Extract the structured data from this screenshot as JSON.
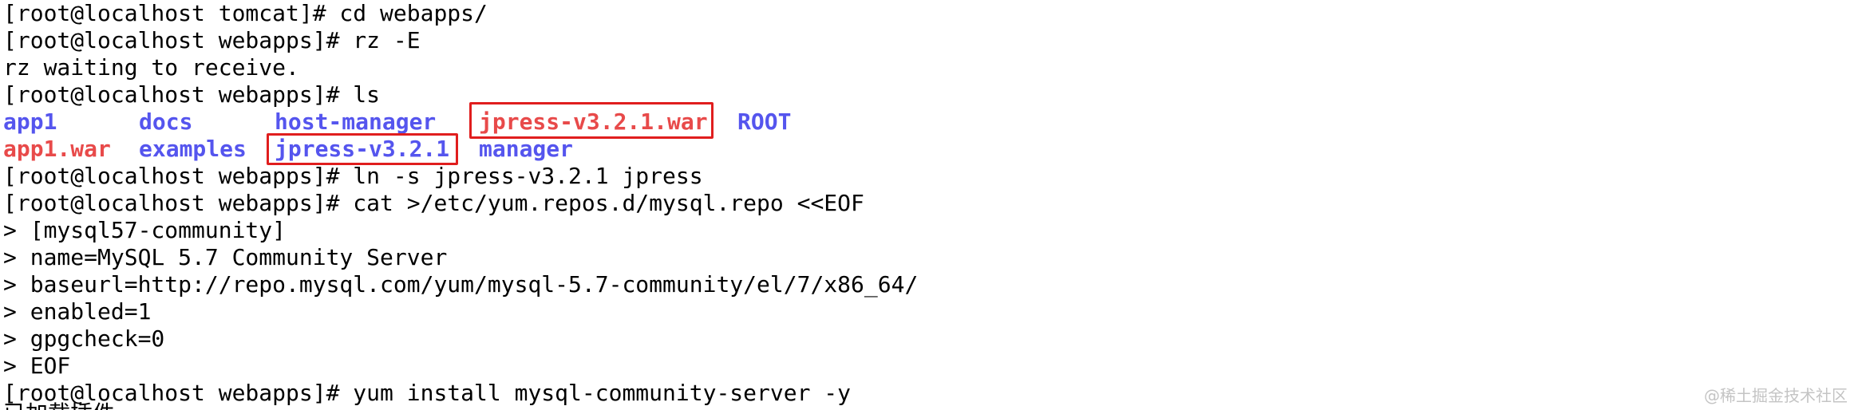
{
  "colors": {
    "directory": "#5555ee",
    "archive": "#e84a4a",
    "highlight_box": "#e01e1e"
  },
  "terminal": {
    "lines": [
      "[root@localhost tomcat]# cd webapps/",
      "[root@localhost webapps]# rz -E",
      "rz waiting to receive.",
      "[root@localhost webapps]# ls"
    ],
    "ls_output": {
      "row1": [
        "app1",
        "docs",
        "host-manager",
        "jpress-v3.2.1.war",
        "ROOT"
      ],
      "row2": [
        "app1.war",
        "examples",
        "jpress-v3.2.1",
        "manager"
      ]
    },
    "lines_after": [
      "[root@localhost webapps]# ln -s jpress-v3.2.1 jpress",
      "[root@localhost webapps]# cat >/etc/yum.repos.d/mysql.repo <<EOF",
      "> [mysql57-community]",
      "> name=MySQL 5.7 Community Server",
      "> baseurl=http://repo.mysql.com/yum/mysql-5.7-community/el/7/x86_64/",
      "> enabled=1",
      "> gpgcheck=0",
      "> EOF",
      "[root@localhost webapps]# yum install mysql-community-server -y"
    ],
    "partial_line": "已加载插件"
  },
  "watermark": "@稀土掘金技术社区"
}
